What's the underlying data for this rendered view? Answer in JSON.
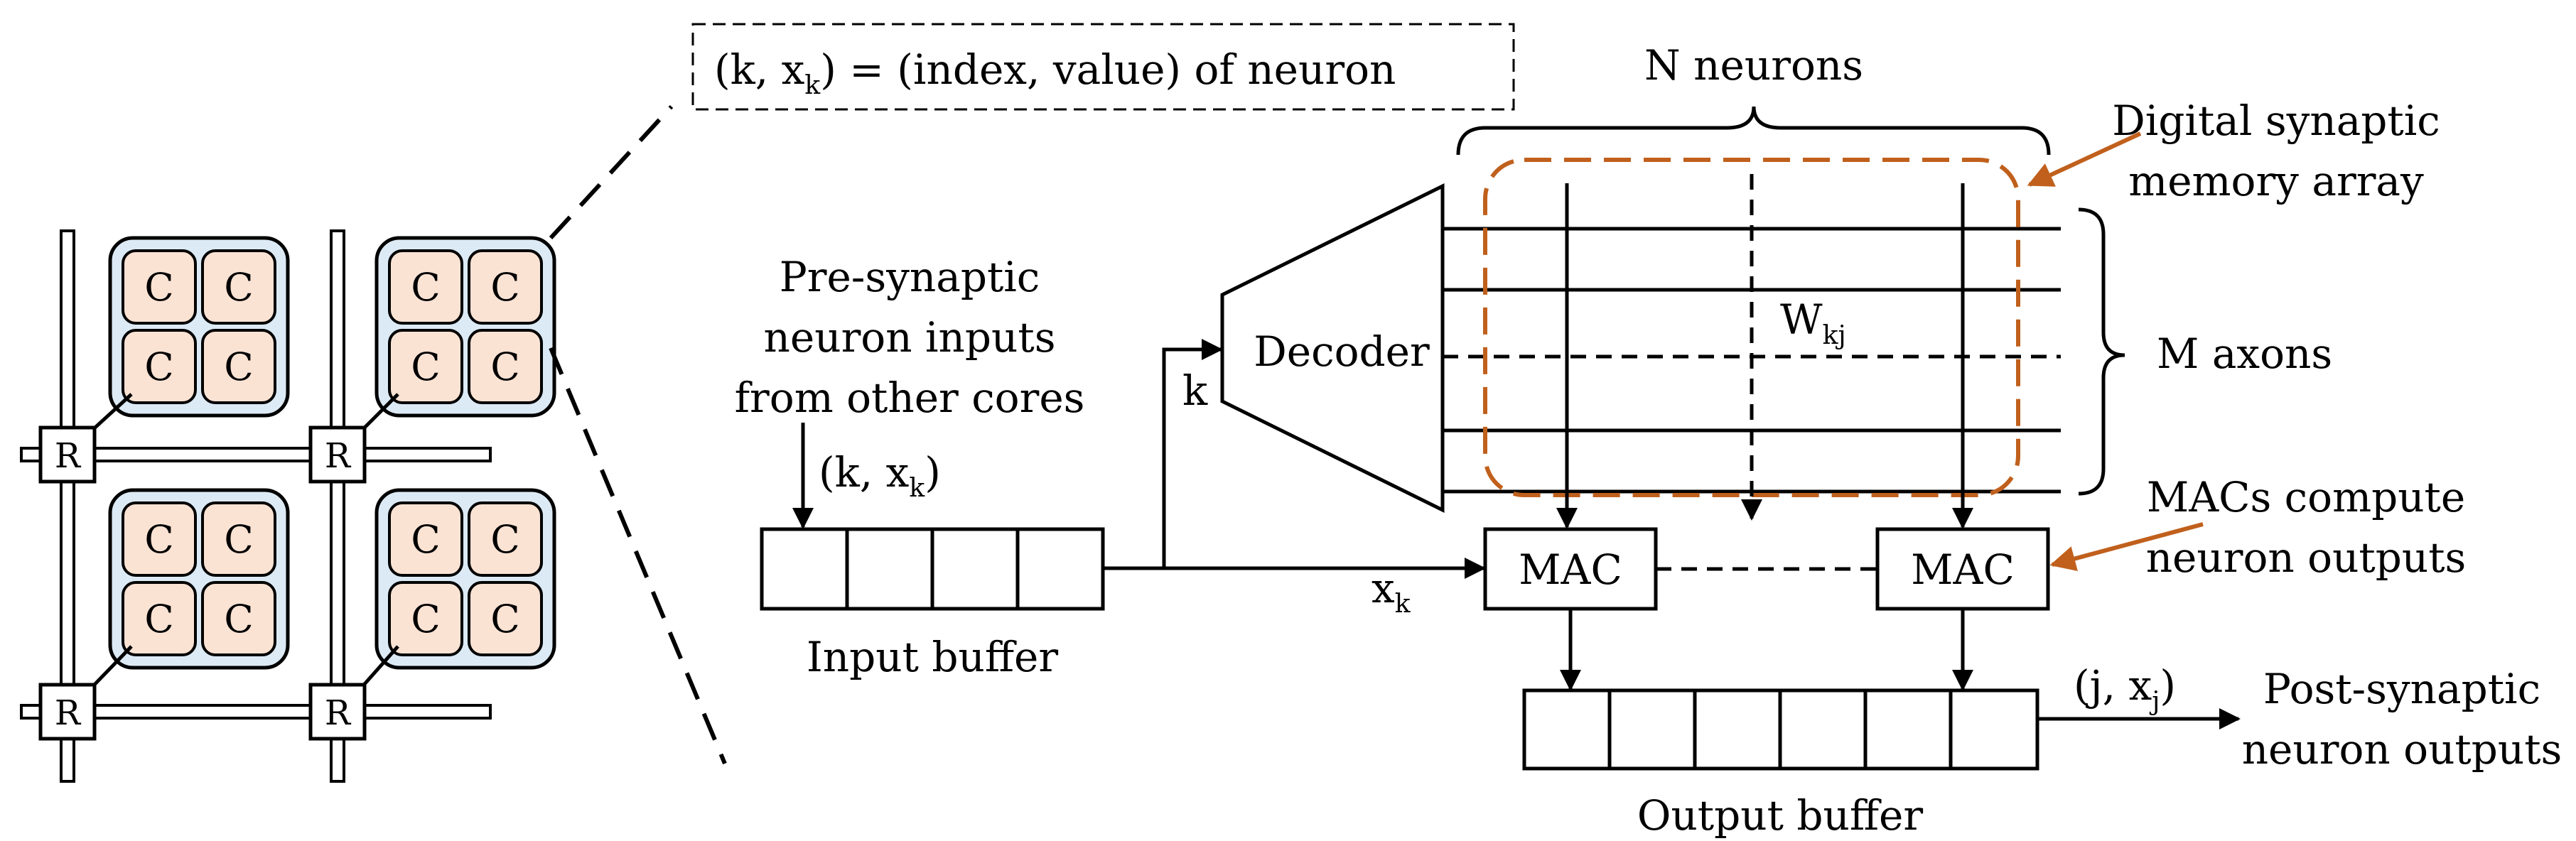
{
  "callout": {
    "main": "(k, x",
    "sub": "k",
    "rest": ") = (index, value) of neuron"
  },
  "n_neurons": "N neurons",
  "digital_synaptic": [
    "Digital synaptic",
    "memory array"
  ],
  "presynaptic": [
    "Pre-synaptic",
    "neuron inputs",
    "from other cores"
  ],
  "input_pair": {
    "main": "(k, x",
    "sub": "k",
    "rest": ")"
  },
  "decoder": "Decoder",
  "k_label": "k",
  "weight": {
    "main": "W",
    "sub": "kj"
  },
  "m_axons": "M axons",
  "macs_compute": [
    "MACs compute",
    "neuron outputs"
  ],
  "xk": {
    "main": "x",
    "sub": "k"
  },
  "mac": "MAC",
  "input_buffer": "Input buffer",
  "output_pair": {
    "main": "(j, x",
    "sub": "j",
    "rest": ")"
  },
  "postsynaptic": [
    "Post-synaptic",
    "neuron outputs"
  ],
  "output_buffer": "Output buffer",
  "core_letter": "C",
  "router_letter": "R",
  "colors": {
    "core_fill": "#fbe3d4",
    "cluster_fill": "#dceaf5",
    "orange": "#c0601c",
    "stroke": "#000000"
  }
}
